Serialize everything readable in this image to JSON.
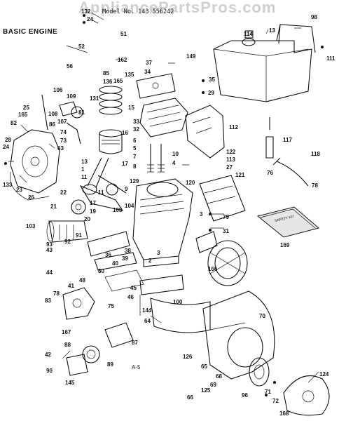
{
  "header": {
    "watermark": "AppliancePartsPros.com",
    "model_number": "Model No. 143.556242",
    "title": "BASIC ENGINE",
    "page_ref": "A-5"
  },
  "part_labels": [
    "132",
    "24",
    "51",
    "52",
    "56",
    "162",
    "85",
    "136",
    "165",
    "135",
    "37",
    "149",
    "34",
    "35",
    "29",
    "98",
    "114",
    "13",
    "111",
    "131",
    "15",
    "106",
    "109",
    "108",
    "81",
    "25",
    "165",
    "86",
    "82",
    "24",
    "107",
    "74",
    "73",
    "63",
    "28",
    "16",
    "33",
    "32",
    "6",
    "5",
    "7",
    "8",
    "10",
    "4",
    "112",
    "117",
    "122",
    "113",
    "27",
    "118",
    "121",
    "76",
    "78",
    "133",
    "23",
    "26",
    "13",
    "1",
    "17",
    "11",
    "22",
    "9",
    "120",
    "21",
    "17",
    "19",
    "105",
    "20",
    "104",
    "129",
    "103",
    "93",
    "91",
    "92",
    "43",
    "38",
    "36",
    "40",
    "39",
    "3",
    "79",
    "31",
    "166",
    "169",
    "44",
    "41",
    "48",
    "80",
    "46",
    "45",
    "75",
    "78",
    "83",
    "167",
    "144",
    "100",
    "64",
    "70",
    "42",
    "88",
    "87",
    "90",
    "89",
    "145",
    "126",
    "65",
    "69",
    "68",
    "66",
    "125",
    "96",
    "71",
    "72",
    "124",
    "168",
    "2",
    "3",
    "11"
  ],
  "label_text": {
    "safety_kit": "SAFETY KIT"
  }
}
